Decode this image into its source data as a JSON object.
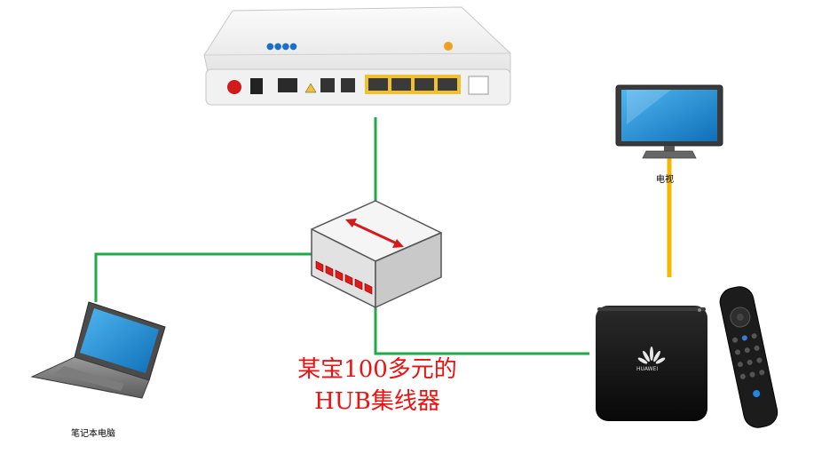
{
  "labels": {
    "tv": "电视",
    "laptop": "笔记本电脑",
    "hub_line1": "某宝100多元的",
    "hub_line2": "HUB集线器",
    "stb_brand": "HUAWEI"
  },
  "colors": {
    "ethernet_cable": "#22a84a",
    "hdmi_cable": "#f5b800",
    "annotation": "#ee1111",
    "hub_arrow": "#d41a1a",
    "screen": "#1f8fd8",
    "stb_body": "#151515",
    "router_port": "#f0c030"
  },
  "icons": {
    "router": "optical-modem-icon",
    "hub": "network-hub-icon",
    "tv": "tv-monitor-icon",
    "laptop": "laptop-icon",
    "set_top_box": "set-top-box-icon",
    "remote": "remote-control-icon"
  }
}
